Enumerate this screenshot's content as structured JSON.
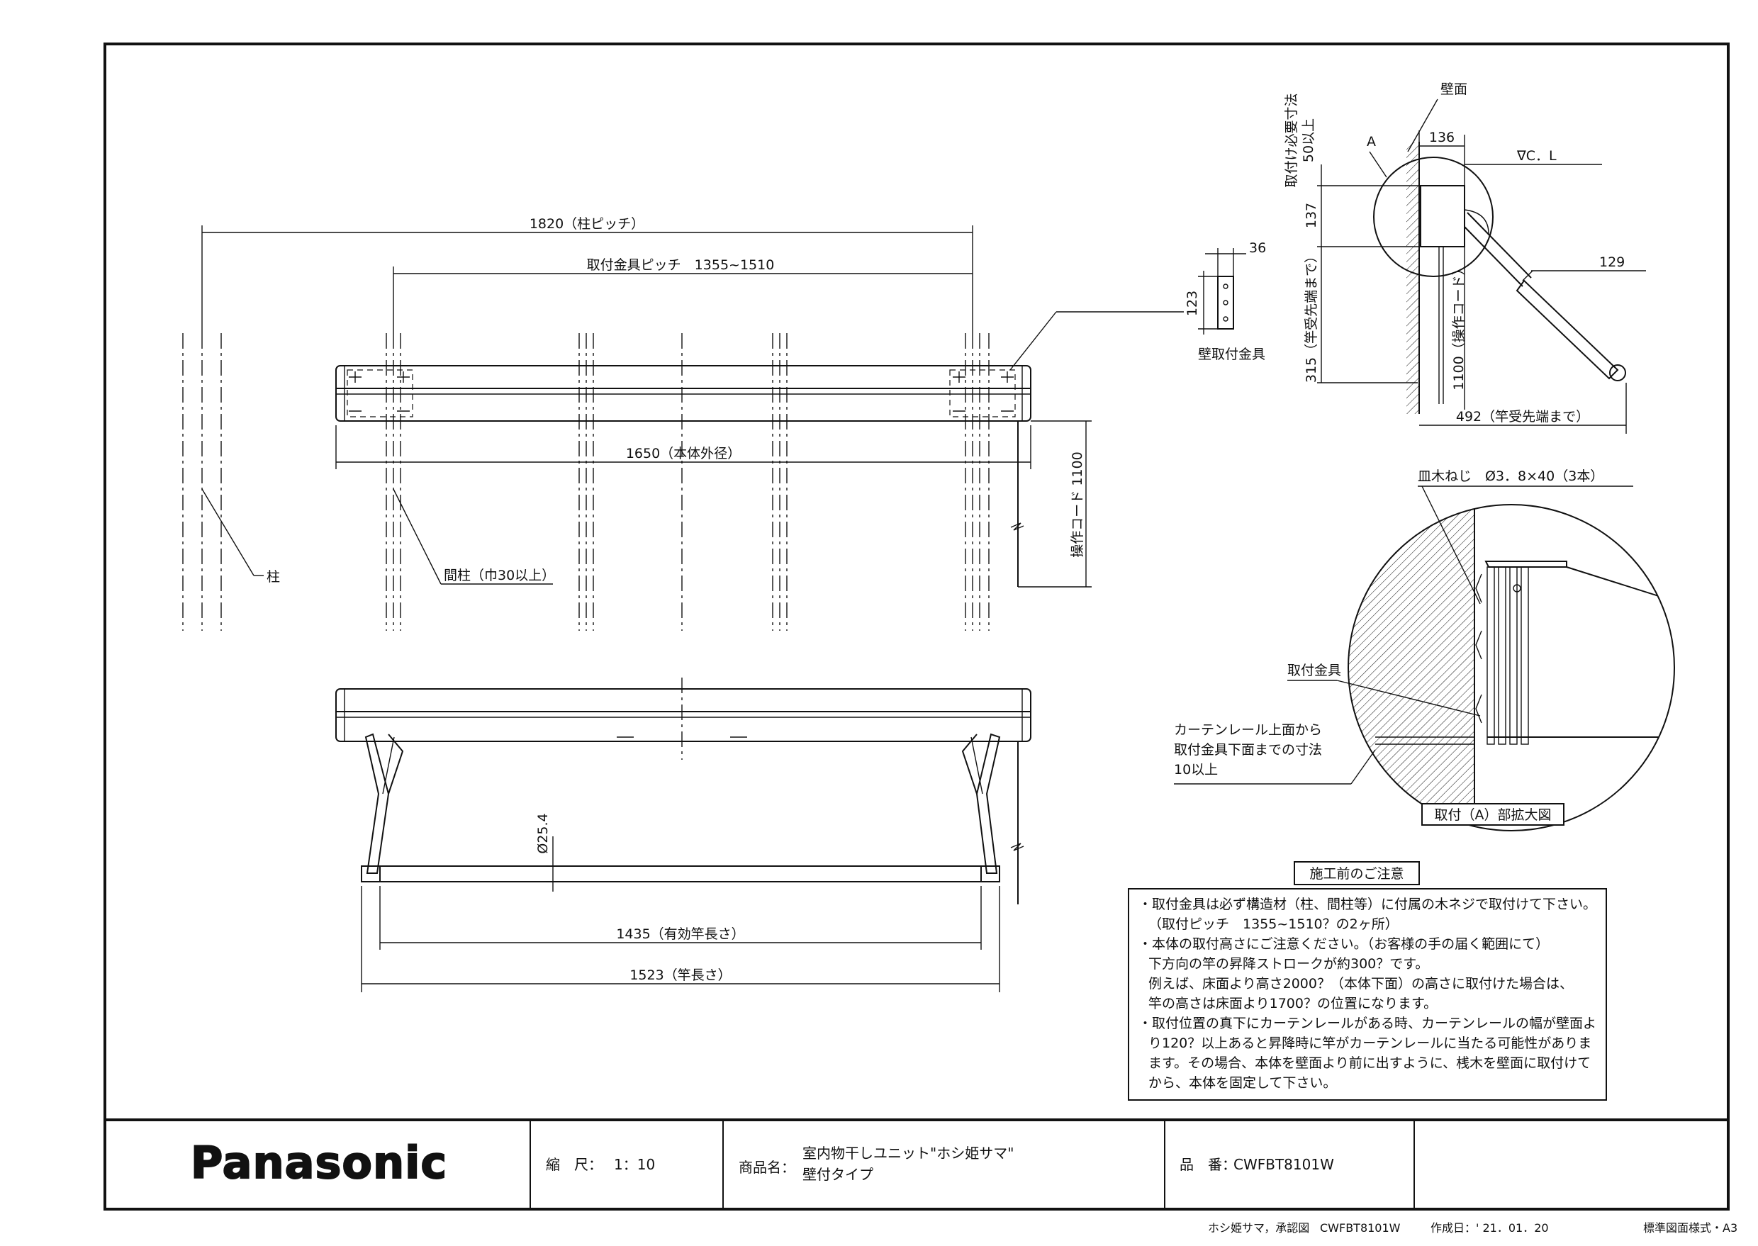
{
  "front_view": {
    "dim_pillar_pitch": "1820（柱ピッチ）",
    "dim_bracket_pitch": "取付金具ピッチ　1355~1510",
    "dim_body_width": "1650（本体外径）",
    "dim_cord": "操作コード 1100",
    "label_pillar": "柱",
    "label_stud": "間柱（巾30以上）"
  },
  "bracket_detail": {
    "dim_width": "36",
    "dim_height": "123",
    "label": "壁取付金具"
  },
  "lowered_view": {
    "dim_pole_dia": "Ø25.4",
    "dim_effective_length": "1435（有効竿長さ）",
    "dim_pole_length": "1523（竿長さ）"
  },
  "side_view": {
    "label_required": "取付け必要寸法",
    "label_required_value": "50以上",
    "label_wall": "壁面",
    "label_a": "A",
    "dim_depth": "136",
    "label_cl": "∇C．L",
    "dim_137": "137",
    "dim_129": "129",
    "dim_315": "315（竿受先端まで）",
    "dim_cord": "1100（操作コード）",
    "dim_492": "492（竿受先端まで）"
  },
  "detail_a": {
    "label_screw": "皿木ねじ　Ø3．8×40（3本）",
    "label_bracket": "取付金具",
    "note_line1": "カーテンレール上面から",
    "note_line2": "取付金具下面までの寸法",
    "note_line3": "10以上",
    "caption": "取付（A）部拡大図"
  },
  "notes": {
    "title": "施工前のご注意",
    "lines": [
      "・取付金具は必ず構造材（柱、間柱等）に付属の木ネジで取付けて下さい。",
      "（取付ピッチ　1355~1510？の2ヶ所）",
      "・本体の取付高さにご注意ください。（お客様の手の届く範囲にて）",
      "下方向の竿の昇降ストロークが約300？です。",
      "例えば、床面より高さ2000？（本体下面）の高さに取付けた場合は、",
      "竿の高さは床面より1700？の位置になります。",
      "・取付位置の真下にカーテンレールがある時、カーテンレールの幅が壁面よ",
      "り120？以上あると昇降時に竿がカーテンレールに当たる可能性がありま",
      "ます。その場合、本体を壁面より前に出すように、桟木を壁面に取付けて",
      "から、本体を固定して下さい。"
    ]
  },
  "title_block": {
    "brand": "Panasonic",
    "scale_label": "縮　尺：",
    "scale_value": "1：10",
    "product_label": "商品名：",
    "product_line1": "室内物干しユニット\"ホシ姫サマ\"",
    "product_line2": "壁付タイプ",
    "part_label": "品　番：",
    "part_value": "CWFBT8101W"
  },
  "footer": {
    "doc": "ホシ姫サマ，承認図",
    "part": "CWFBT8101W",
    "date": "作成日：' 21．01．20",
    "format": "標準図面様式・A3"
  }
}
